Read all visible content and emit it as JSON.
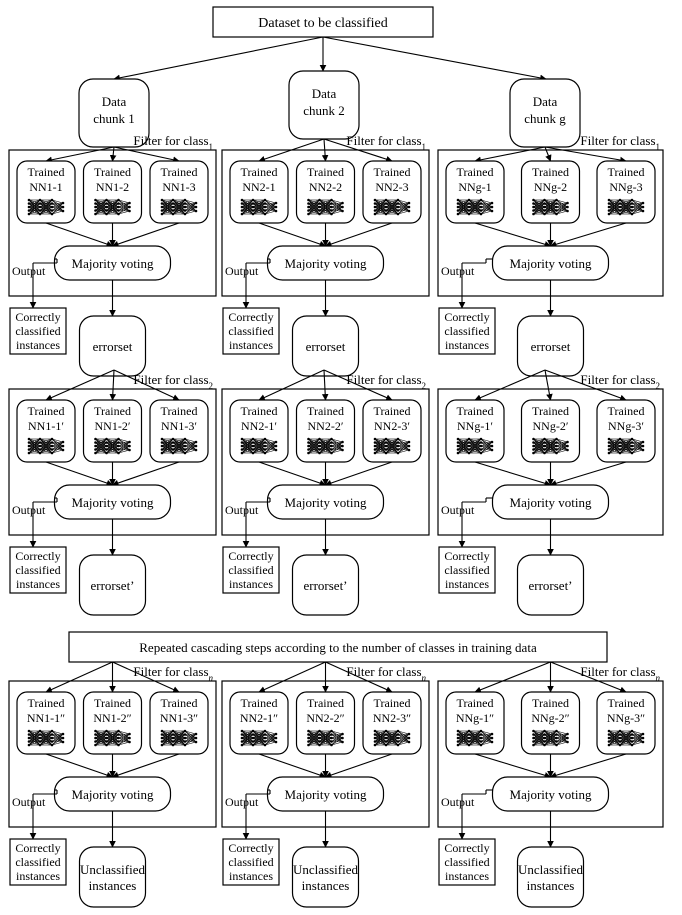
{
  "top_box": "Dataset to be classified",
  "middle_box": "Repeated cascading steps according to the number of classes in training data",
  "chunks": [
    {
      "line1": "Data",
      "line2": "chunk 1"
    },
    {
      "line1": "Data",
      "line2": "chunk 2"
    },
    {
      "line1": "Data",
      "line2": "chunk g"
    }
  ],
  "stages": [
    {
      "filter_label": "Filter for class",
      "filter_sub": "1",
      "voting": "Majority voting",
      "output": "Output",
      "correct": [
        "Correctly",
        "classified",
        "instances"
      ],
      "result": [
        "errorset"
      ],
      "columns": [
        {
          "trained": "Trained",
          "nets": [
            "NN1-1",
            "NN1-2",
            "NN1-3"
          ]
        },
        {
          "trained": "Trained",
          "nets": [
            "NN2-1",
            "NN2-2",
            "NN2-3"
          ]
        },
        {
          "trained": "Trained",
          "nets": [
            "NNg-1",
            "NNg-2",
            "NNg-3"
          ]
        }
      ]
    },
    {
      "filter_label": "Filter for class",
      "filter_sub": "2",
      "voting": "Majority voting",
      "output": "Output",
      "correct": [
        "Correctly",
        "classified",
        "instances"
      ],
      "result": [
        "errorset’"
      ],
      "columns": [
        {
          "trained": "Trained",
          "nets": [
            "NN1-1′",
            "NN1-2′",
            "NN1-3′"
          ]
        },
        {
          "trained": "Trained",
          "nets": [
            "NN2-1′",
            "NN2-2′",
            "NN2-3′"
          ]
        },
        {
          "trained": "Trained",
          "nets": [
            "NNg-1′",
            "NNg-2′",
            "NNg-3′"
          ]
        }
      ]
    },
    {
      "filter_label": "Filter for class",
      "filter_sub": "n",
      "voting": "Majority voting",
      "output": "Output",
      "correct": [
        "Correctly",
        "classified",
        "instances"
      ],
      "result": [
        "Unclassified",
        "instances"
      ],
      "columns": [
        {
          "trained": "Trained",
          "nets": [
            "NN1-1″",
            "NN1-2″",
            "NN1-3″"
          ]
        },
        {
          "trained": "Trained",
          "nets": [
            "NN2-1″",
            "NN2-2″",
            "NN2-3″"
          ]
        },
        {
          "trained": "Trained",
          "nets": [
            "NNg-1″",
            "NNg-2″",
            "NNg-3″"
          ]
        }
      ]
    }
  ]
}
